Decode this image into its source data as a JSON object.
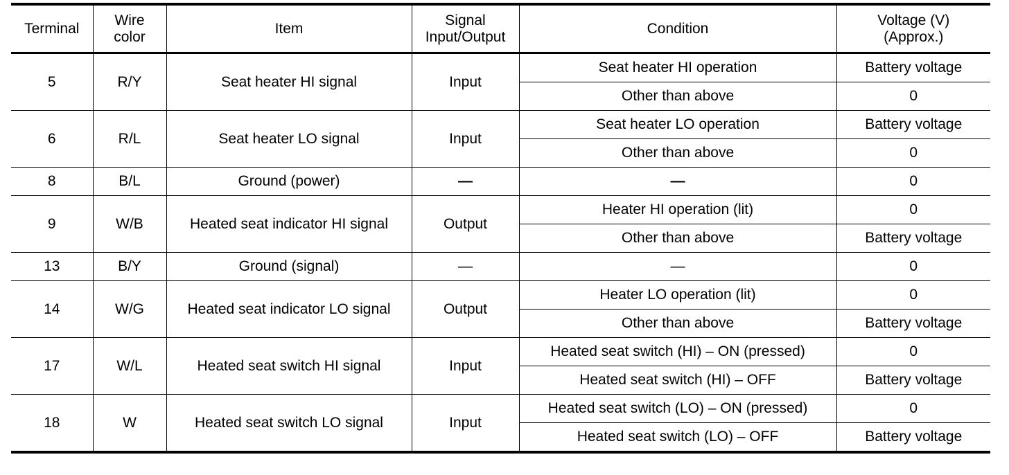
{
  "headers": {
    "terminal": "Terminal",
    "wire_color": [
      "Wire",
      "color"
    ],
    "item": "Item",
    "signal": [
      "Signal",
      "Input/Output"
    ],
    "condition": "Condition",
    "voltage": [
      "Voltage (V)",
      "(Approx.)"
    ]
  },
  "rows": [
    {
      "terminal": "5",
      "wire": "R/Y",
      "item": "Seat heater HI signal",
      "signal": "Input",
      "conditions": [
        {
          "condition": "Seat heater HI operation",
          "voltage": "Battery voltage"
        },
        {
          "condition": "Other than above",
          "voltage": "0"
        }
      ]
    },
    {
      "terminal": "6",
      "wire": "R/L",
      "item": "Seat heater LO signal",
      "signal": "Input",
      "conditions": [
        {
          "condition": "Seat heater LO operation",
          "voltage": "Battery voltage"
        },
        {
          "condition": "Other than above",
          "voltage": "0"
        }
      ]
    },
    {
      "terminal": "8",
      "wire": "B/L",
      "item": "Ground (power)",
      "signal": "—",
      "conditions": [
        {
          "condition": "—",
          "voltage": "0"
        }
      ]
    },
    {
      "terminal": "9",
      "wire": "W/B",
      "item": "Heated seat indicator HI signal",
      "signal": "Output",
      "conditions": [
        {
          "condition": "Heater HI operation (lit)",
          "voltage": "0"
        },
        {
          "condition": "Other than above",
          "voltage": "Battery voltage"
        }
      ]
    },
    {
      "terminal": "13",
      "wire": "B/Y",
      "item": "Ground (signal)",
      "signal": "—",
      "conditions": [
        {
          "condition": "—",
          "voltage": "0"
        }
      ]
    },
    {
      "terminal": "14",
      "wire": "W/G",
      "item": "Heated seat indicator LO signal",
      "signal": "Output",
      "conditions": [
        {
          "condition": "Heater LO operation (lit)",
          "voltage": "0"
        },
        {
          "condition": "Other than above",
          "voltage": "Battery voltage"
        }
      ]
    },
    {
      "terminal": "17",
      "wire": "W/L",
      "item": "Heated seat switch HI signal",
      "signal": "Input",
      "conditions": [
        {
          "condition": "Heated seat switch (HI) – ON (pressed)",
          "voltage": "0"
        },
        {
          "condition": "Heated seat switch (HI) – OFF",
          "voltage": "Battery voltage"
        }
      ]
    },
    {
      "terminal": "18",
      "wire": "W",
      "item": "Heated seat switch LO signal",
      "signal": "Input",
      "conditions": [
        {
          "condition": "Heated seat switch (LO) – ON (pressed)",
          "voltage": "0"
        },
        {
          "condition": "Heated seat switch (LO) – OFF",
          "voltage": "Battery voltage"
        }
      ]
    }
  ]
}
